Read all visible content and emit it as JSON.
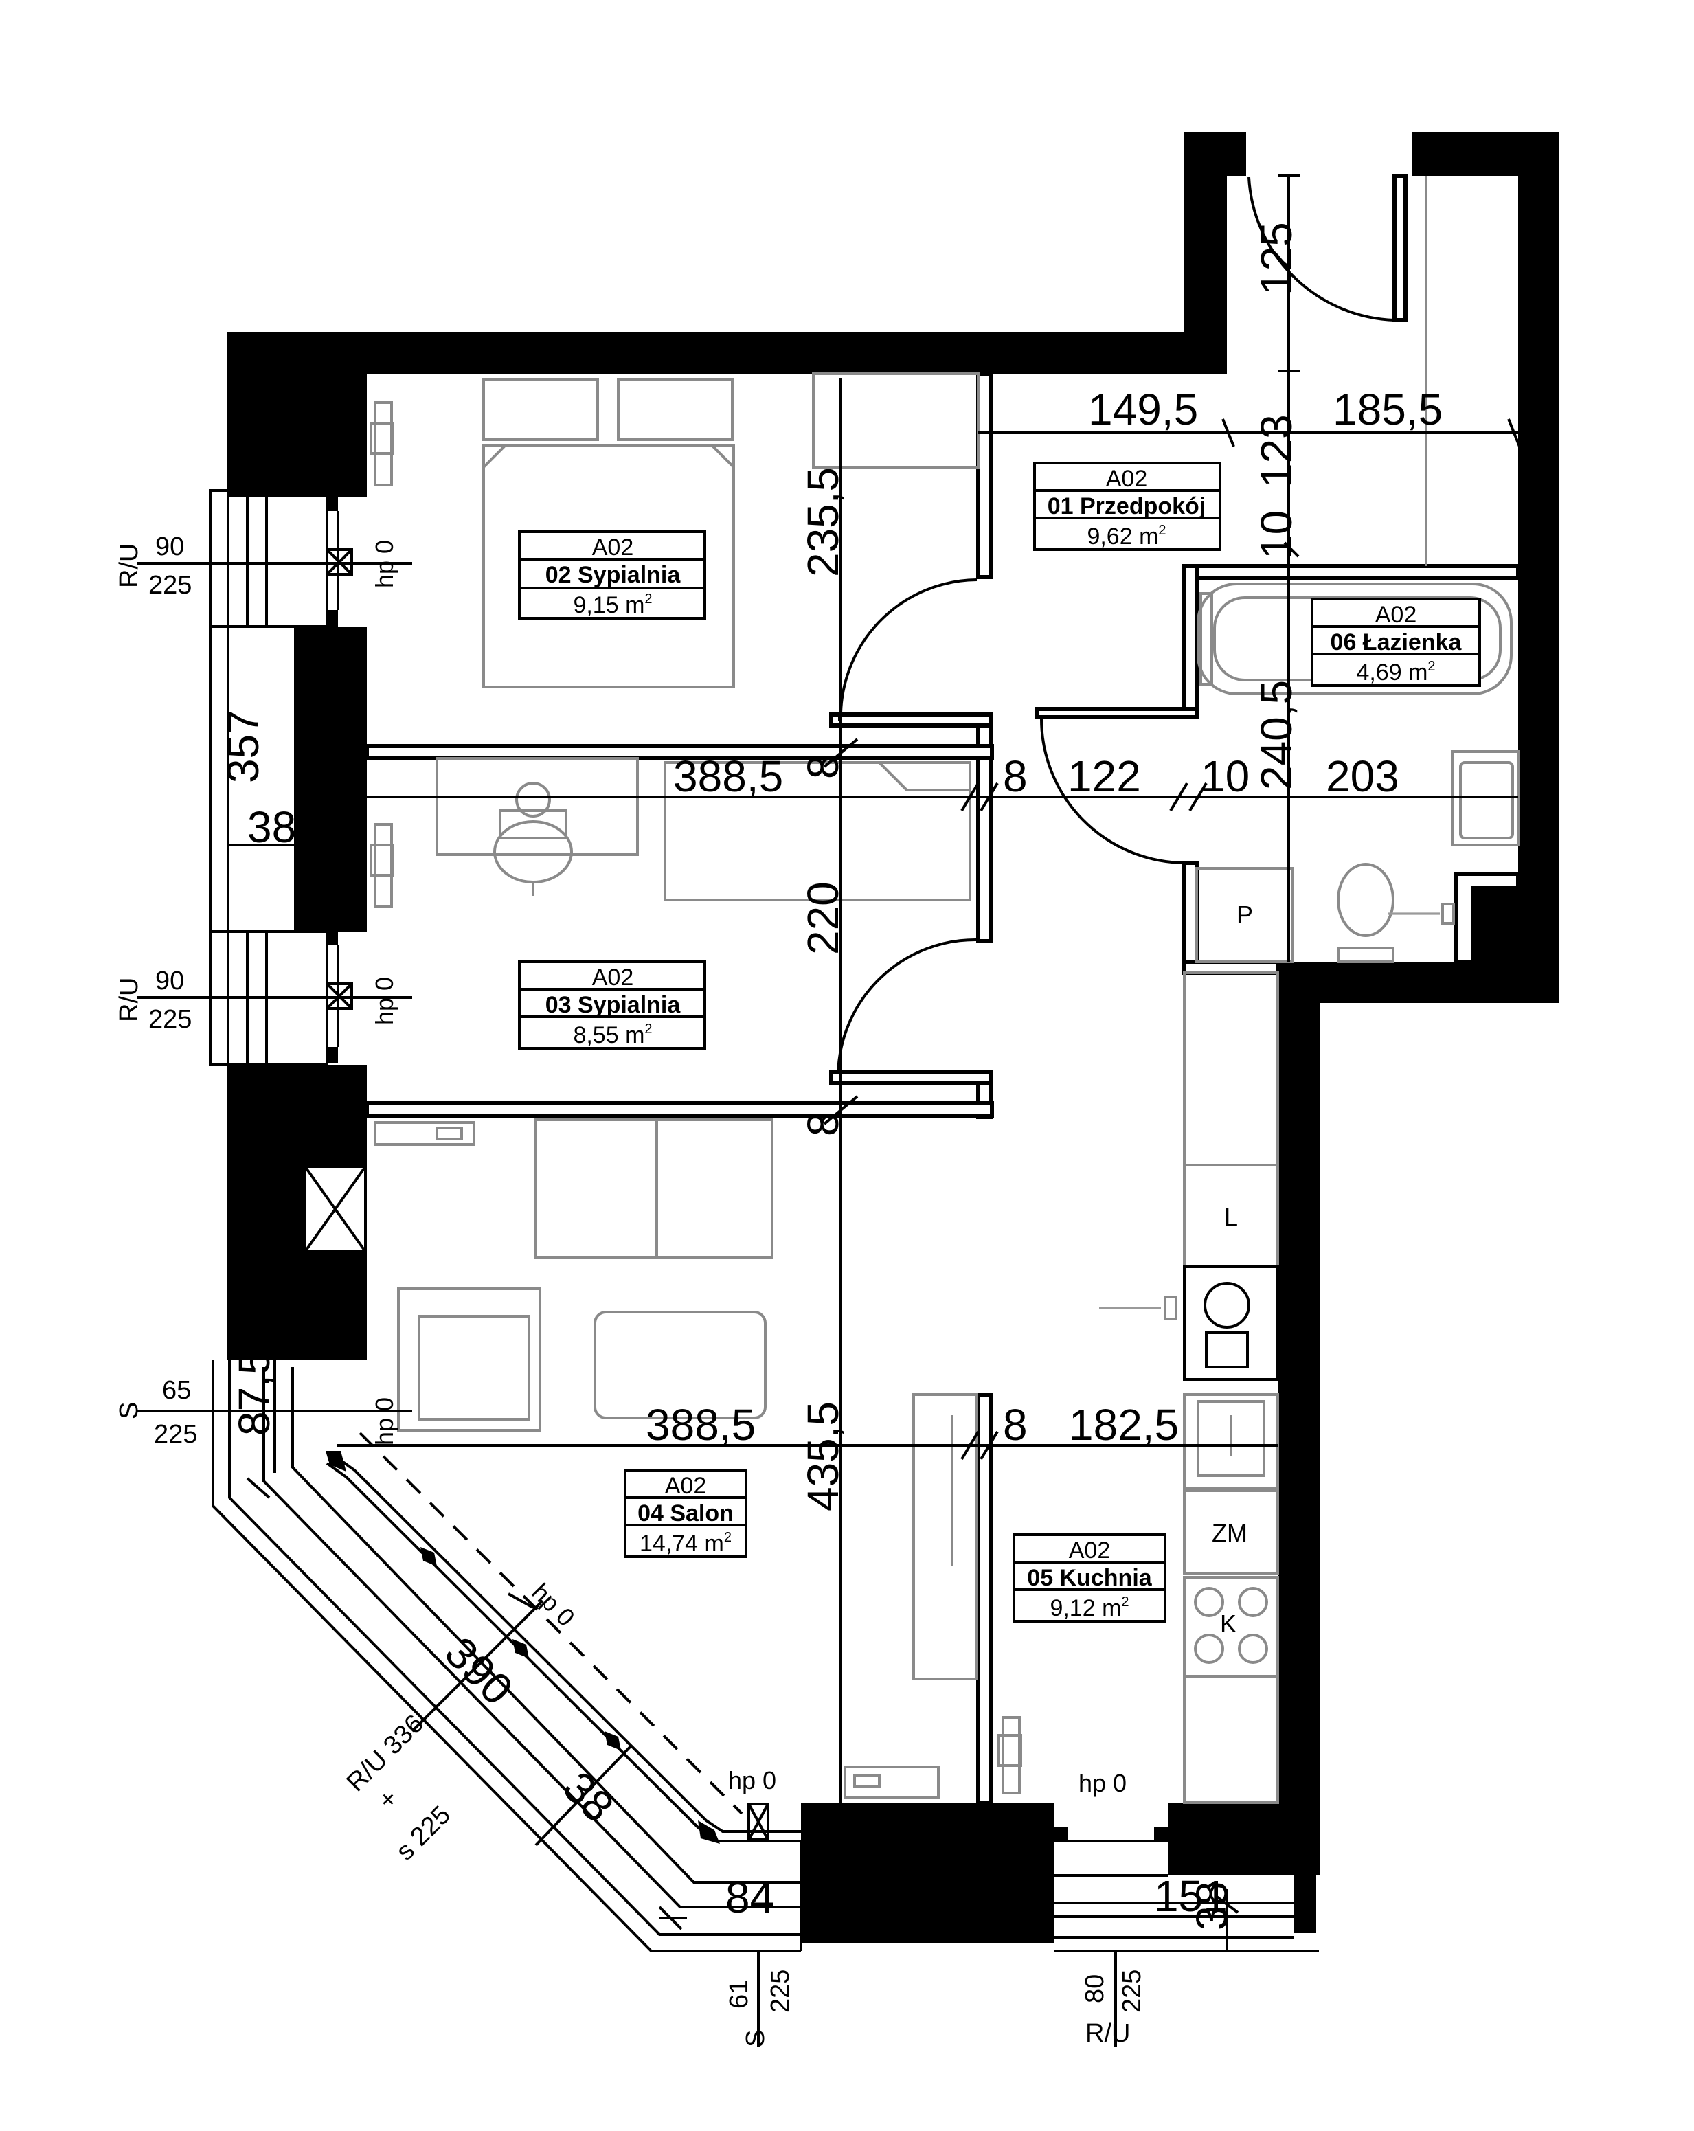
{
  "rooms": [
    {
      "code": "A02",
      "name": "01 Przedpokój",
      "area": "9,62 m",
      "sup": "2"
    },
    {
      "code": "A02",
      "name": "02 Sypialnia",
      "area": "9,15 m",
      "sup": "2"
    },
    {
      "code": "A02",
      "name": "03 Sypialnia",
      "area": "8,55 m",
      "sup": "2"
    },
    {
      "code": "A02",
      "name": "04 Salon",
      "area": "14,74 m",
      "sup": "2"
    },
    {
      "code": "A02",
      "name": "05 Kuchnia",
      "area": "9,12 m",
      "sup": "2"
    },
    {
      "code": "A02",
      "name": "06 Łazienka",
      "area": "4,69 m",
      "sup": "2"
    }
  ],
  "dimensions": {
    "entry_depth": "125",
    "hall_width": "149,5",
    "hall_width_right": "185,5",
    "hall_height": "123",
    "bath_wall": "10",
    "bed1_height": "235,5",
    "bed_width": "388,5",
    "wall_8": "8",
    "corridor": "122",
    "bath_partition": "10",
    "bath_height": "240,5",
    "bath_width": "203",
    "bed2_height": "220",
    "living_wall": "8",
    "living_width": "388,5",
    "kitchen_wall": "8",
    "kitchen_width": "182,5",
    "living_height": "435,5",
    "facade_357": "357",
    "facade_38": "38",
    "bay_875": "87,5",
    "bay_390": "390",
    "bay_38": "38",
    "bay_84": "84",
    "balcony_151": "151",
    "balcony_38": "38"
  },
  "windows": {
    "w1_type": "R/U",
    "w1_width": "90",
    "w1_height": "225",
    "w2_type": "R/U",
    "w2_width": "90",
    "w2_height": "225",
    "w3_type": "S",
    "w3_width": "65",
    "w3_height": "225",
    "w4_type": "R/U 336",
    "w4_plus": "+",
    "w4_height": "s 225",
    "w5_width": "61",
    "w5_height": "225",
    "w5_type": "S",
    "w6_width": "80",
    "w6_height": "225",
    "w6_type": "R/U"
  },
  "sill_labels": [
    "hp 0",
    "hp 0",
    "hp 0",
    "hp 0",
    "hp 0",
    "hp 0"
  ],
  "fixtures": {
    "pantry": "P",
    "fridge": "L",
    "dishwasher": "ZM",
    "cooktop": "K"
  }
}
